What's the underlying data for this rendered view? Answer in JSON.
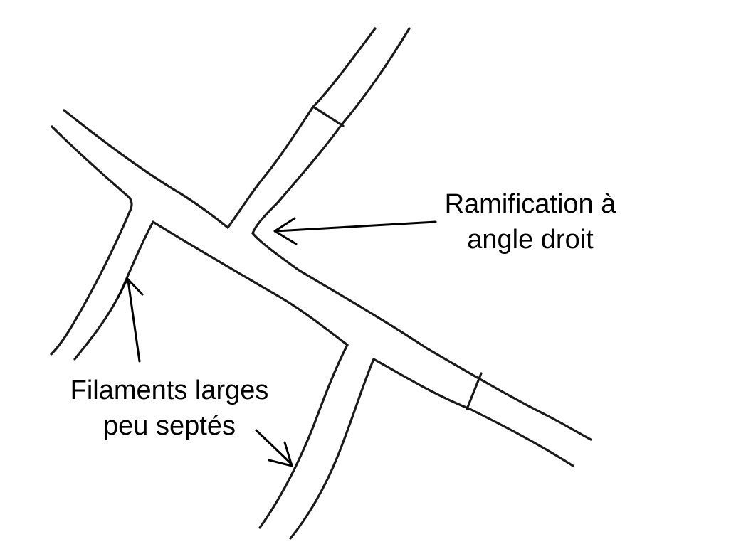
{
  "labels": {
    "ramification": {
      "line1": "Ramification à",
      "line2": "angle droit"
    },
    "filaments": {
      "line1": "Filaments larges",
      "line2": "peu septés"
    }
  },
  "colors": {
    "ink": "#1a1a1a",
    "background": "#ffffff"
  }
}
